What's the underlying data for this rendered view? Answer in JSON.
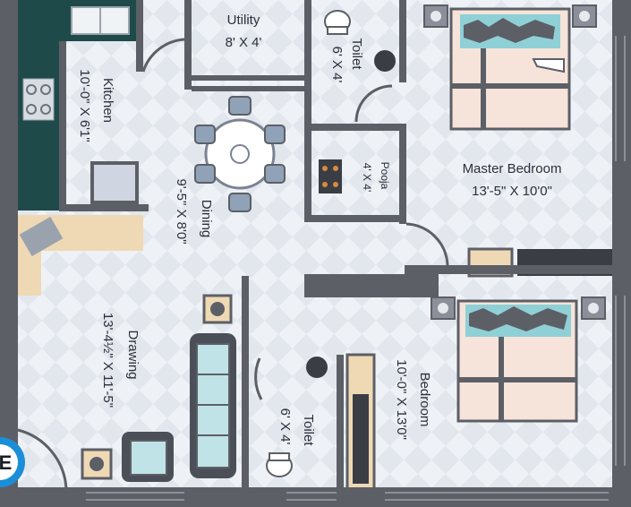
{
  "rooms": {
    "utility": {
      "name": "Utility",
      "size": "8' X 4'"
    },
    "toilet_top": {
      "name": "Toilet",
      "size": "6' X 4'"
    },
    "kitchen": {
      "name": "Kitchen",
      "size": "10'-0\" X 6'1\""
    },
    "pooja": {
      "name": "Pooja",
      "size": "4' X 4'"
    },
    "master_bedroom": {
      "name": "Master Bedroom",
      "size": "13'-5\" X 10'0\""
    },
    "dining": {
      "name": "Dining",
      "size": "9'-5\" X 8'0\""
    },
    "drawing": {
      "name": "Drawing",
      "size": "13'-4½\" X 11'-5\""
    },
    "bedroom": {
      "name": "Bedroom",
      "size": "10'-0\" X 13'0\""
    },
    "toilet_bottom": {
      "name": "Toilet",
      "size": "6' X 4'"
    }
  },
  "compass_letter": "E",
  "colors": {
    "wall": "#5d5f66",
    "floor": "#e9edf2",
    "kitchen_counter": "#1f4a4a",
    "wood": "#efd9b4",
    "bed_sheet": "#f6e3d9",
    "pillow": "#8fd0d6",
    "accent": "#1a8fd8"
  }
}
